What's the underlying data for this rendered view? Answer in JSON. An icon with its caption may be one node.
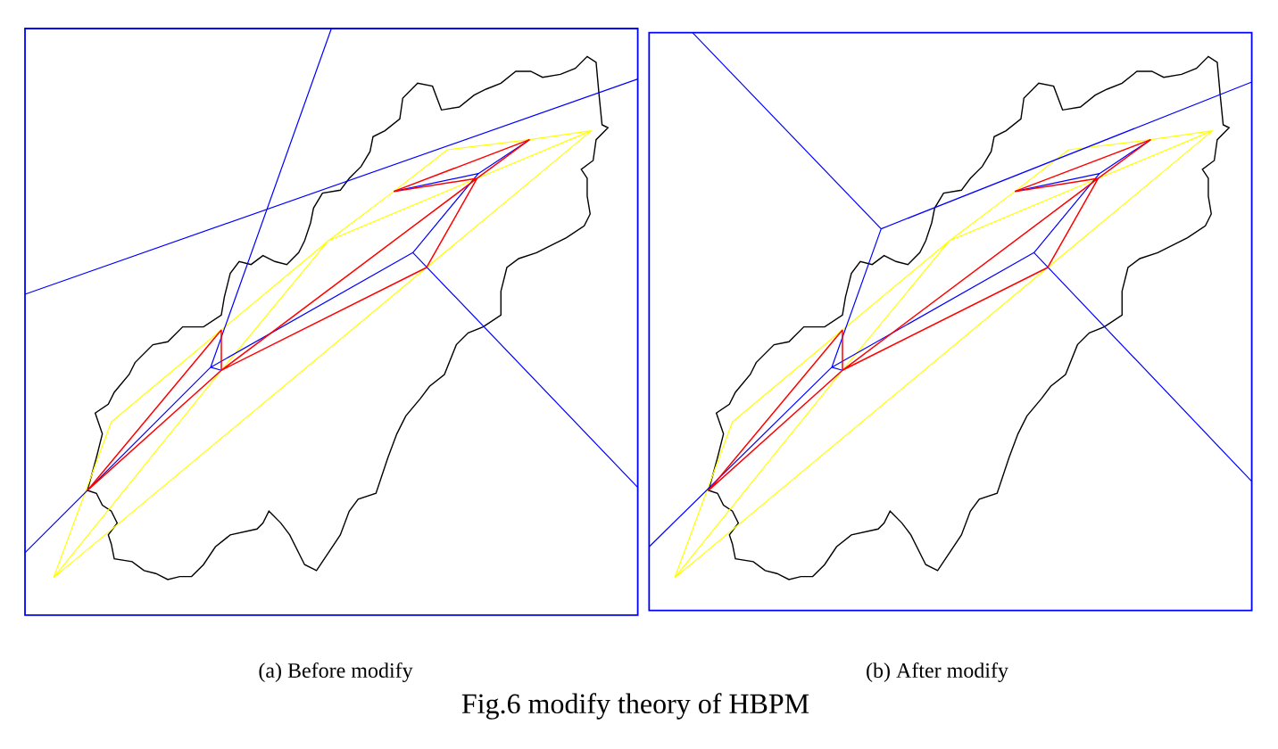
{
  "diagram": {
    "caption": "Fig.6 modify theory of HBPM",
    "labels": [
      "(a) Before modify",
      "(b) After modify"
    ]
  }
}
